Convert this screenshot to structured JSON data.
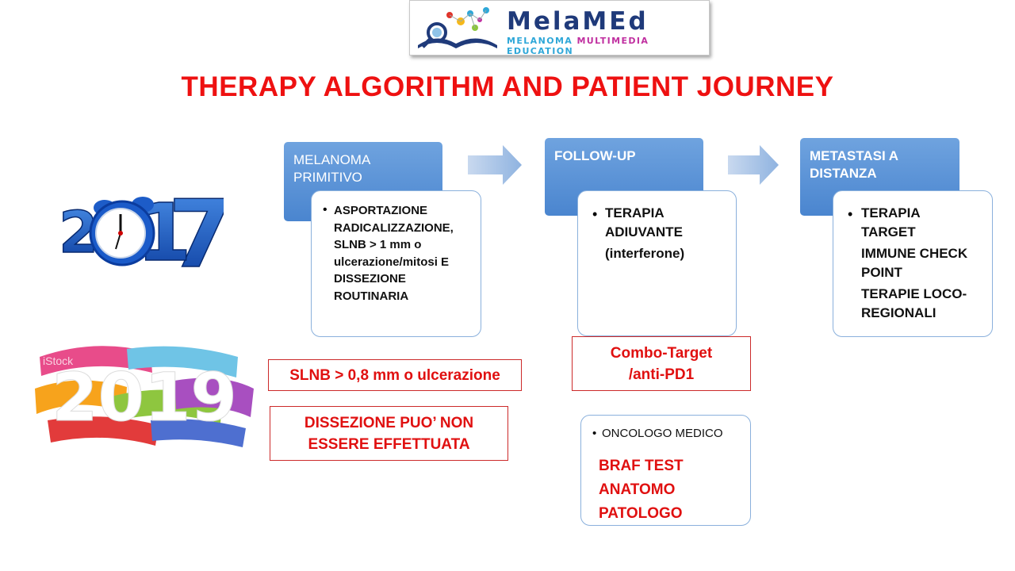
{
  "logo": {
    "title": "MelaMEd",
    "subtitle_word1": "MELANOMA",
    "subtitle_word2": "MULTIMEDIA",
    "subtitle_word3": "EDUCATION"
  },
  "title": "THERAPY ALGORITHM AND PATIENT JOURNEY",
  "year_2017": "2017",
  "year_2019": "2019",
  "watermark": "iStock",
  "stage1": {
    "header": [
      "MELANOMA",
      "PRIMITIVO"
    ],
    "lines": [
      "ASPORTAZIONE",
      "RADICALIZZAZIONE,",
      "SLNB > 1 mm o",
      "ulcerazione/mitosi E",
      "DISSEZIONE",
      "ROUTINARIA"
    ]
  },
  "stage2": {
    "header": "FOLLOW-UP",
    "lines": [
      "TERAPIA",
      "ADIUVANTE",
      "(interferone)"
    ]
  },
  "stage3": {
    "header": [
      "METASTASI A",
      "DISTANZA"
    ],
    "lines": [
      "TERAPIA",
      "TARGET",
      "IMMUNE CHECK",
      "POINT",
      "TERAPIE LOCO-",
      "REGIONALI"
    ]
  },
  "updates_2019": {
    "slnb": "SLNB > 0,8 mm o ulcerazione",
    "dissection": [
      "DISSEZIONE PUO’ NON",
      "ESSERE EFFETTUATA"
    ],
    "combo": [
      "Combo-Target",
      "/anti-PD1"
    ]
  },
  "oncologo": {
    "label": "ONCOLOGO MEDICO",
    "lines": [
      "BRAF TEST",
      "ANATOMO",
      "PATOLOGO"
    ]
  },
  "colors": {
    "title_red": "#ee1111",
    "header_blue": "#4a85cf",
    "navy": "#1f3a7a"
  }
}
